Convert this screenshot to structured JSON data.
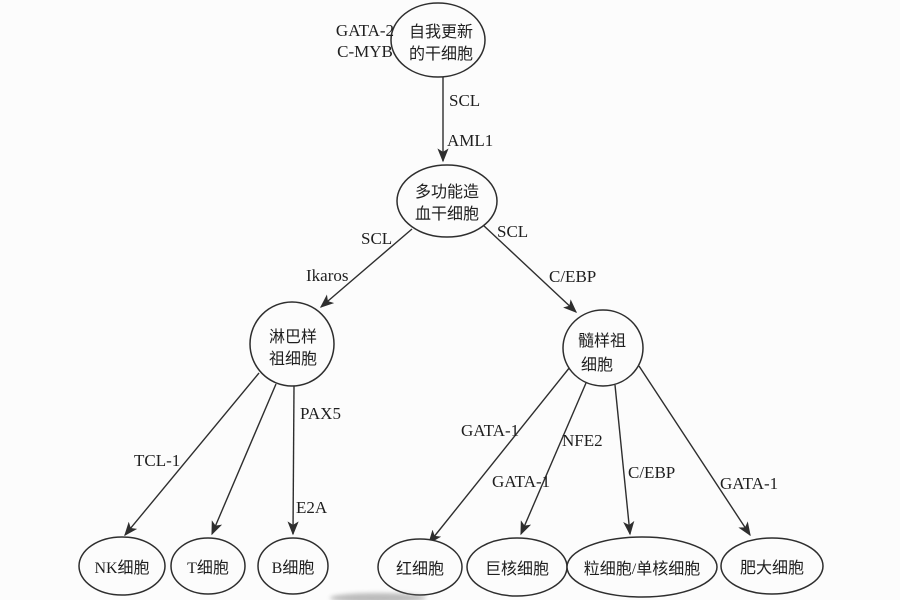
{
  "diagram": {
    "description_names": {
      "root": "hematopoiesis-differentiation-diagram"
    },
    "nodes": {
      "stem": {
        "line1": "自我更新",
        "line2": "的干细胞"
      },
      "mpp": {
        "line1": "多功能造",
        "line2": "血干细胞"
      },
      "lymphoid": {
        "line1": "淋巴样",
        "line2": "祖细胞"
      },
      "myeloid": {
        "line1": "髓样祖",
        "line2": "细胞"
      },
      "nk": {
        "label": "NK细胞"
      },
      "t": {
        "label": "T细胞"
      },
      "b": {
        "label": "B细胞"
      },
      "rbc": {
        "label": "红细胞"
      },
      "mega": {
        "label": "巨核细胞"
      },
      "gran_mono": {
        "label": "粒细胞/单核细胞"
      },
      "mast": {
        "label": "肥大细胞"
      }
    },
    "factors": {
      "stem_side1": "GATA-2",
      "stem_side2": "C-MYB",
      "scl_top": "SCL",
      "aml1": "AML1",
      "scl_left": "SCL",
      "ikaros": "Ikaros",
      "scl_right": "SCL",
      "cebp_right": "C/EBP",
      "tcl1": "TCL-1",
      "pax5": "PAX5",
      "e2a": "E2A",
      "gata1_rbc": "GATA-1",
      "gata1_mega": "GATA-1",
      "nfe2": "NFE2",
      "cebp_gran": "C/EBP",
      "gata1_mast": "GATA-1"
    },
    "colors": {
      "background": "#fcfcfc",
      "stroke": "#2e2e2e",
      "text": "#1f1f1f"
    }
  }
}
